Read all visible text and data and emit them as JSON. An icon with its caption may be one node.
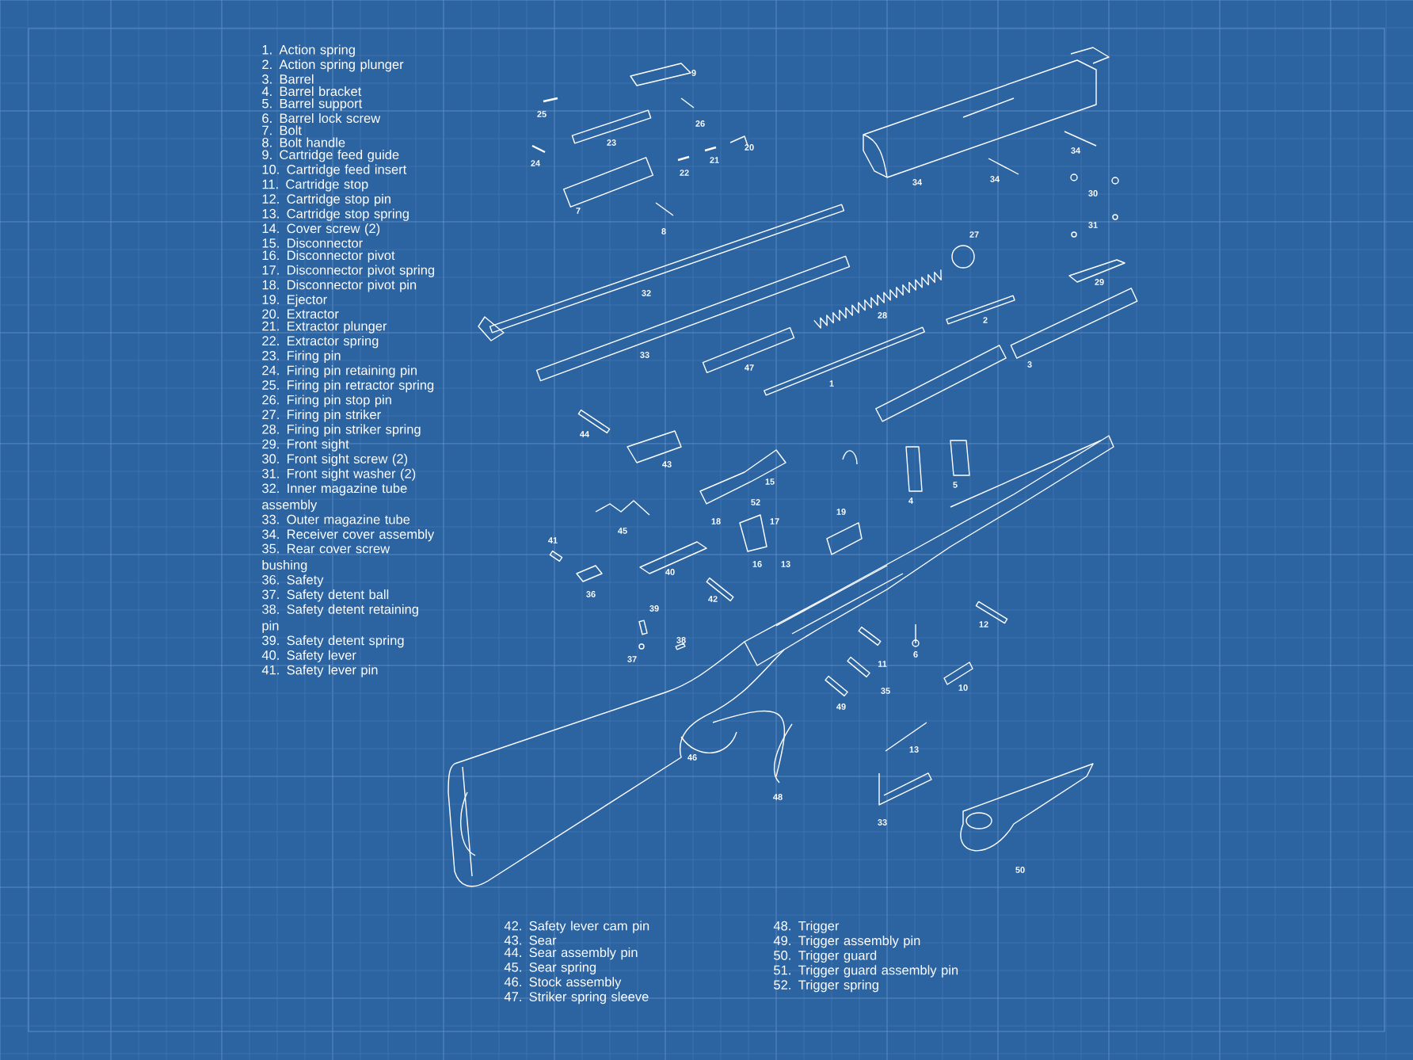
{
  "diagram": {
    "labels": [
      "1. Action spring",
      "2. Action spring plunger",
      "3. Barrel",
      "4. Barrel bracket",
      "5. Barrel support",
      "6. Barrel lock screw",
      "7. Bolt",
      "8. Bolt handle",
      "9. Cartridge feed guide",
      "10. Cartridge feed insert",
      "11. Cartridge stop",
      "12. Cartridge stop pin",
      "13. Cartridge stop spring",
      "14. Cover screw (2)",
      "15. Disconnector",
      "16. Disconnector pivot",
      "17. Disconnector pivot spring",
      "18. Disconnector pivot pin",
      "19. Ejector",
      "20. Extractor",
      "21. Extractor plunger",
      "22. Extractor spring",
      "23. Firing pin",
      "24. Firing pin retaining pin",
      "25. Firing pin retractor spring",
      "26. Firing pin stop pin",
      "27. Firing pin striker",
      "28. Firing pin striker spring",
      "29. Front sight",
      "30. Front sight screw (2)",
      "31. Front sight washer (2)",
      "32. Inner magazine tube assembly",
      "33. Outer magazine tube",
      "34. Receiver cover assembly",
      "35. Rear cover screw bushing",
      "36. Safety",
      "37. Safety detent ball",
      "38. Safety detent retaining pin",
      "39. Safety detent spring",
      "40. Safety lever",
      "41. Safety lever pin",
      "42. Safety lever cam pin",
      "43. Sear",
      "44. Sear assembly pin",
      "45. Sear spring",
      "46. Stock assembly",
      "47. Striker spring sleeve",
      "48. Trigger",
      "49. Trigger assembly pin",
      "50. Trigger guard",
      "51. Trigger guard assembly pin",
      "52. Trigger spring",
      "9",
      "25",
      "26",
      "23",
      "24",
      "20",
      "21",
      "22",
      "7",
      "8",
      "34",
      "34",
      "34",
      "30",
      "31",
      "27",
      "29",
      "32",
      "28",
      "2",
      "33",
      "47",
      "1",
      "3",
      "44",
      "43",
      "15",
      "52",
      "18",
      "17",
      "16",
      "13",
      "19",
      "4",
      "5",
      "45",
      "41",
      "40",
      "42",
      "36",
      "39",
      "38",
      "37",
      "6",
      "11",
      "12",
      "35",
      "10",
      "49",
      "46",
      "48",
      "13",
      "33",
      "50"
    ]
  }
}
